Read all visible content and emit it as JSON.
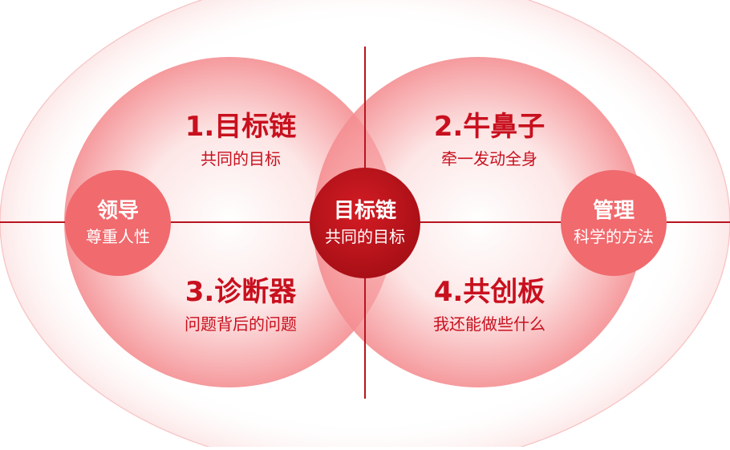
{
  "colors": {
    "accent_red": "#c8101e",
    "line_red": "#b8141f",
    "node_pink": "#f06a6e",
    "center_red": "#c0141c",
    "glow_pink": "#f7a3a5",
    "outer_ring": "#f6c2c2"
  },
  "center": {
    "title": "目标链",
    "subtitle": "共同的目标"
  },
  "left_node": {
    "title": "领导",
    "subtitle": "尊重人性"
  },
  "right_node": {
    "title": "管理",
    "subtitle": "科学的方法"
  },
  "quadrants": {
    "top_left": {
      "title": "1.目标链",
      "subtitle": "共同的目标"
    },
    "top_right": {
      "title": "2.牛鼻子",
      "subtitle": "牵一发动全身"
    },
    "bottom_left": {
      "title": "3.诊断器",
      "subtitle": "问题背后的问题"
    },
    "bottom_right": {
      "title": "4.共创板",
      "subtitle": "我还能做些什么"
    }
  }
}
